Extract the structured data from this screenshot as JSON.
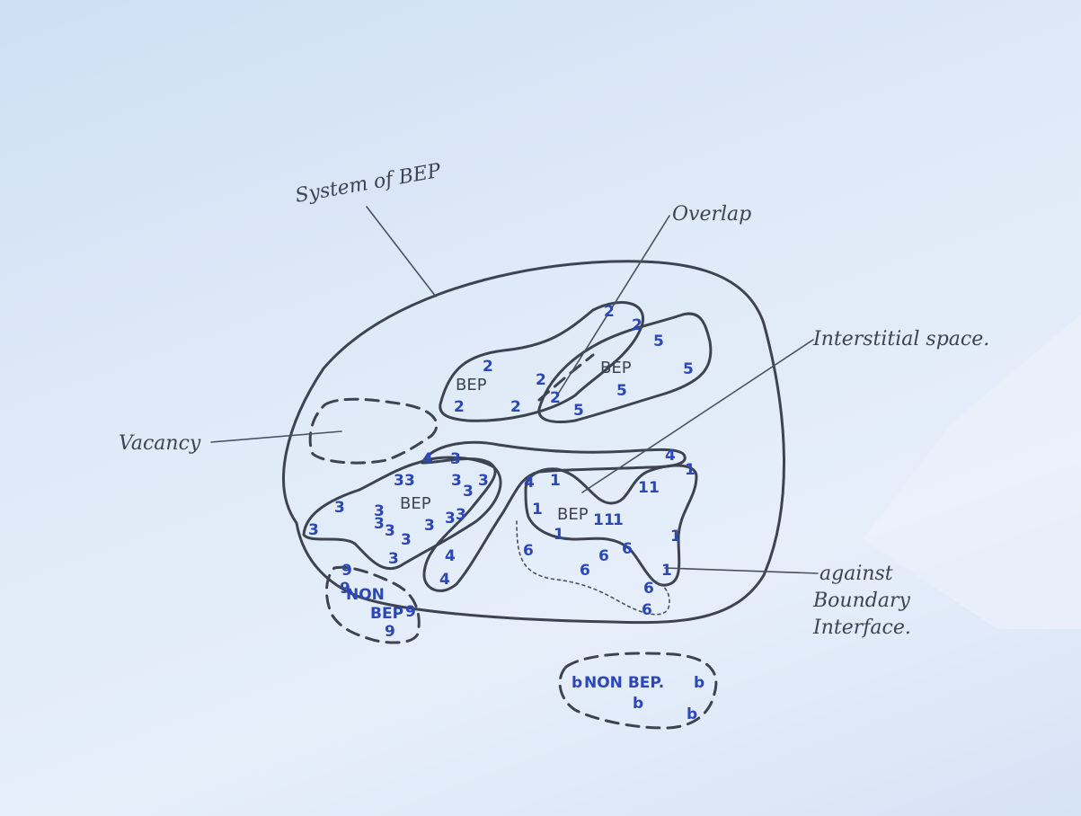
{
  "labels": {
    "system": "System of BEP",
    "overlap": "Overlap",
    "interstitial": "Interstitial space.",
    "vacancy": "Vacancy",
    "boundary_line1": "against",
    "boundary_line2": "Boundary",
    "boundary_line3": "Interface."
  },
  "regions": {
    "bep_left_top": "BEP",
    "bep_right_top": "BEP",
    "bep_middle": "BEP",
    "bep_right": "BEP",
    "non_bep_a_line1": "NON",
    "non_bep_a_line2": "BEP",
    "non_bep_b": "NON BEP."
  },
  "numerals": {
    "two": "2",
    "five": "5",
    "three": "3",
    "four": "4",
    "one": "1",
    "six": "6",
    "nine": "9",
    "b": "b"
  },
  "colors": {
    "pencil": "#3d4352",
    "ink": "#2b47b8",
    "paper": "#dce8f6"
  }
}
